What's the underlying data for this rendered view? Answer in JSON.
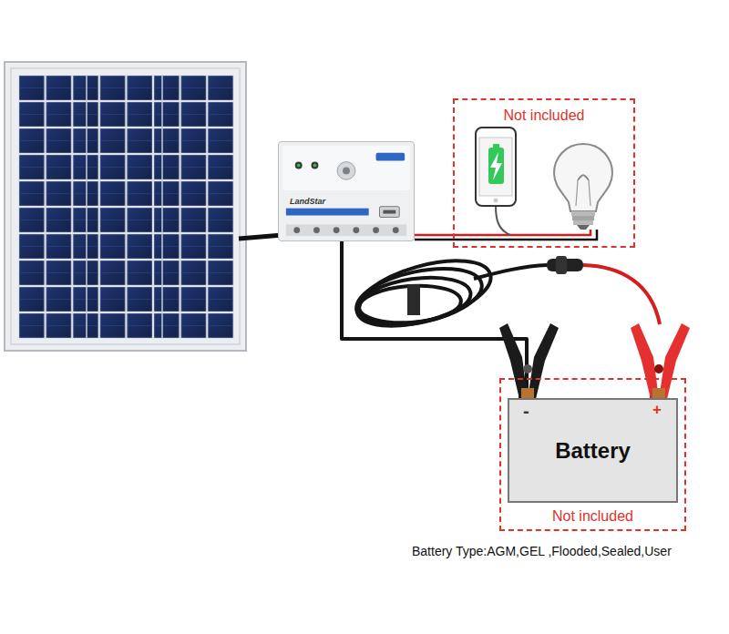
{
  "diagram": {
    "nodes": [
      {
        "text": [
          "LandStar"
        ]
      },
      {
        "text": [
          "Not included"
        ]
      },
      {
        "text": [
          "Not included"
        ]
      },
      {
        "text": [
          "Battery"
        ],
        "in": 2
      }
    ],
    "edges": [
      {
        "from": 0,
        "to": 1,
        "arrow": "none"
      },
      {
        "from": 0,
        "to": 3,
        "arrow": "none"
      }
    ],
    "labels": [
      "-",
      "+",
      "Battery Type:AGM,GEL ,Flooded,Sealed,User"
    ]
  }
}
